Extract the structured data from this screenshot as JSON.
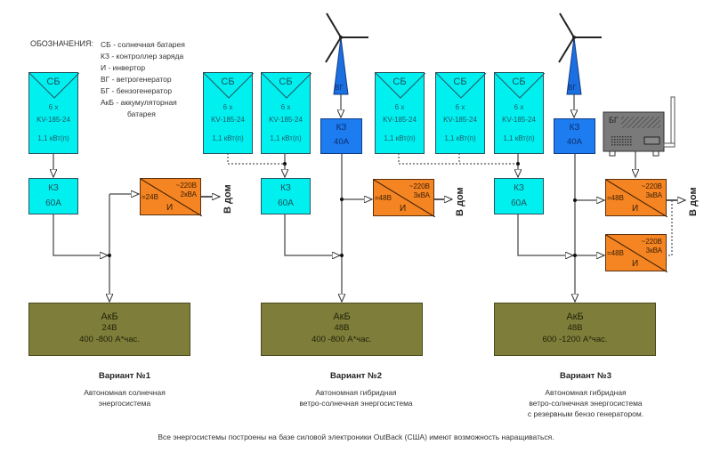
{
  "legend": {
    "title": "ОБОЗНАЧЕНИЯ:",
    "items": [
      "СБ - солнечная батарея",
      "КЗ - контроллер заряда",
      "И - инвертор",
      "ВГ - ветрогенератор",
      "БГ - бензогенератор",
      "АкБ - аккумуляторная",
      "батарея"
    ]
  },
  "solar_panel": {
    "title": "СБ",
    "count": "6 х",
    "model": "KV-185-24",
    "power": "1,1 кВт(п)"
  },
  "wind_generator": {
    "label": "ВГ"
  },
  "petrol_generator": {
    "label": "БГ"
  },
  "controller_wind": {
    "name": "КЗ",
    "current": "40А"
  },
  "controller_solar": {
    "name": "КЗ",
    "current": "60А"
  },
  "to_house_label": "В дом",
  "variants": [
    {
      "title": "Вариант №1",
      "description": [
        "Автономная солнечная",
        "энергосистема"
      ],
      "inverter": {
        "name": "И",
        "input": "=24В",
        "output": "~220В",
        "power": "2кВА"
      },
      "battery": {
        "name": "АкБ",
        "voltage": "24В",
        "capacity": "400 -800 А*час."
      }
    },
    {
      "title": "Вариант №2",
      "description": [
        "Автономная гибридная",
        "ветро-солнечная энергосистема"
      ],
      "inverter": {
        "name": "И",
        "input": "=48В",
        "output": "~220В",
        "power": "3кВА"
      },
      "battery": {
        "name": "АкБ",
        "voltage": "48В",
        "capacity": "400 -800 А*час."
      }
    },
    {
      "title": "Вариант №3",
      "description": [
        "Автономная гибридная",
        "ветро-солнечная энергосистема",
        "с резервным бензо генератором."
      ],
      "inverter": {
        "name": "И",
        "input": "=48В",
        "output": "~220В",
        "power": "3кВА"
      },
      "inverter2": {
        "name": "И",
        "input": "=48В",
        "output": "~220В",
        "power": "3кВА"
      },
      "battery": {
        "name": "АкБ",
        "voltage": "48В",
        "capacity": "600 -1200 А*час."
      }
    }
  ],
  "footer": "Все энергосистемы построены на базе силовой электроники OutBack (США)  имеют возможность наращиваться.",
  "colors": {
    "solar": "#00f0f0",
    "wind_controller": "#1c7cf0",
    "inverter": "#f58522",
    "battery": "#7e7e3a",
    "generator": "#808080"
  }
}
